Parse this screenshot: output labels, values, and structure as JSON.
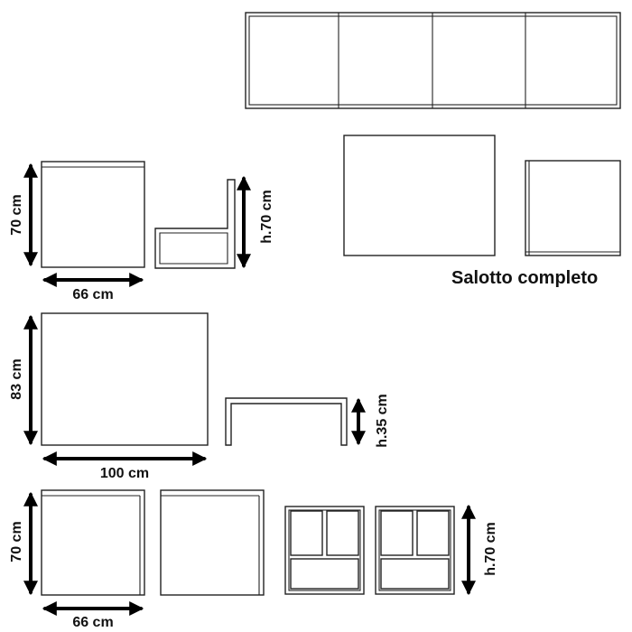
{
  "title": "Salotto completo",
  "dimensions": {
    "armchair_depth": "70 cm",
    "armchair_width": "66 cm",
    "armchair_height": "h.70 cm",
    "table_depth": "83 cm",
    "table_width": "100 cm",
    "table_height": "h.35 cm",
    "chair_depth": "70 cm",
    "chair_width": "66 cm",
    "chair_height": "h.70 cm"
  },
  "colors": {
    "line": "#222222",
    "arrow": "#000000",
    "background": "#ffffff"
  }
}
